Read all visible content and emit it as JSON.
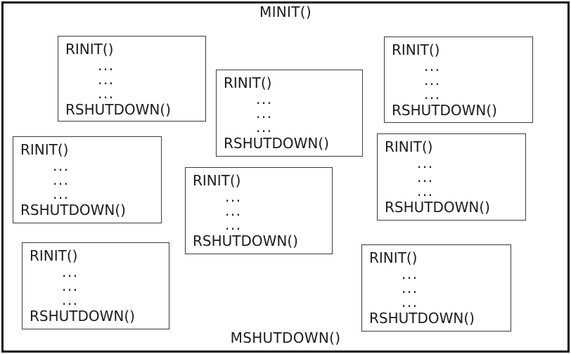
{
  "diagram": {
    "module_init_label": "MINIT()",
    "module_shutdown_label": "MSHUTDOWN()",
    "request_box": {
      "init_label": "RINIT()",
      "ellipsis": "...",
      "shutdown_label": "RSHUTDOWN()"
    },
    "request_box_count": 8,
    "colors": {
      "background": "#ffffff",
      "text": "#1c1c1c",
      "outer_border": "#0d0d0d",
      "box_border": "#3b3b3b"
    }
  }
}
